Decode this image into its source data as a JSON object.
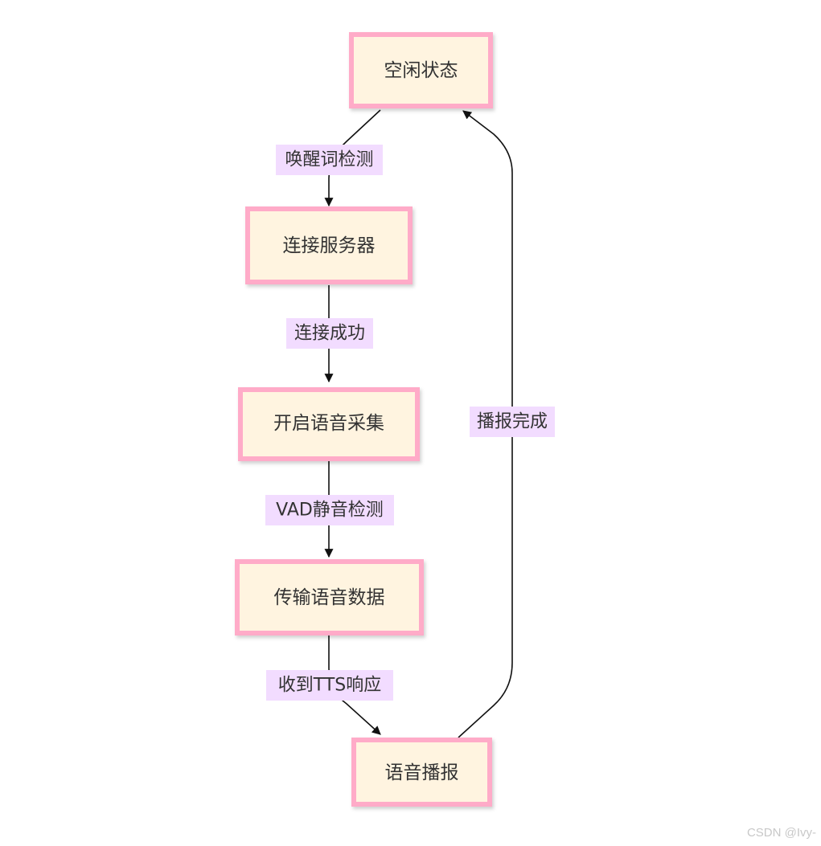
{
  "nodes": {
    "idle": "空闲状态",
    "connect_server": "连接服务器",
    "start_capture": "开启语音采集",
    "transmit_data": "传输语音数据",
    "playback": "语音播报"
  },
  "edges": {
    "wake_word": "唤醒词检测",
    "connected": "连接成功",
    "vad": "VAD静音检测",
    "tts_response": "收到TTS响应",
    "playback_done": "播报完成"
  },
  "colors": {
    "node_fill": "#fff4e0",
    "node_border": "#ffabc8",
    "label_bg": "#f2dcff",
    "edge": "#111111"
  },
  "watermark": "CSDN @Ivy-"
}
